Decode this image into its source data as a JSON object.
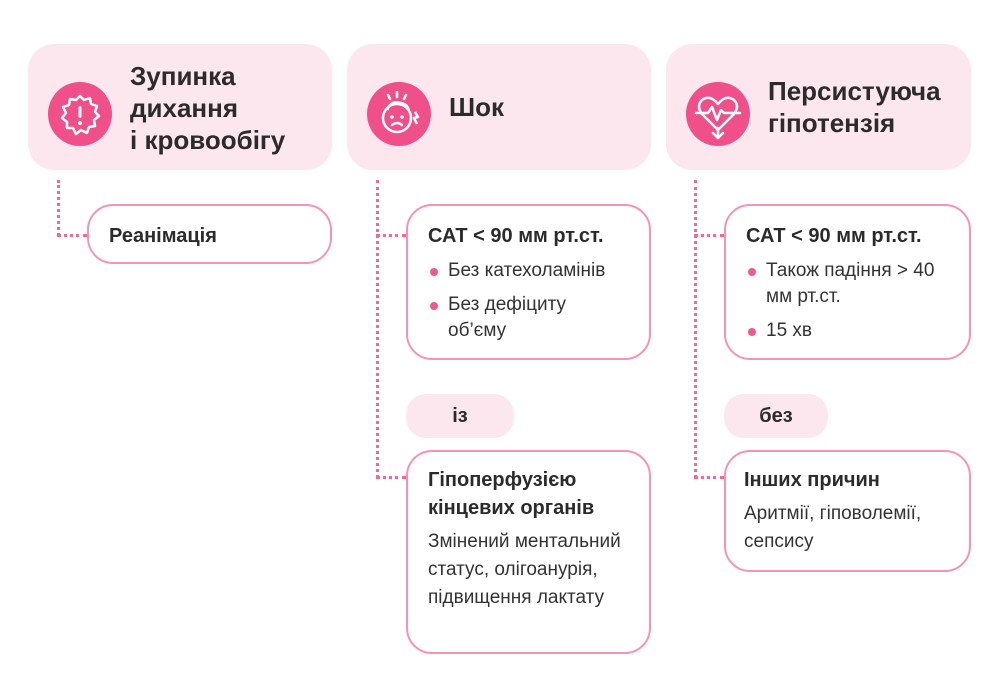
{
  "columns": [
    {
      "title_lines": [
        "Зупинка",
        "дихання",
        "і кровообігу"
      ],
      "icon": "alert-badge-icon",
      "cards": [
        {
          "title": "Реанімація",
          "bullets": [],
          "desc": []
        }
      ]
    },
    {
      "title_lines": [
        "Шок"
      ],
      "icon": "stressed-face-icon",
      "cards": [
        {
          "title": "САТ < 90 мм рт.ст.",
          "bullets": [
            "Без катехоламінів",
            "Без дефіциту об’єму"
          ],
          "desc": []
        },
        {
          "title": "Гіпоперфузією кінцевих органів",
          "bullets": [],
          "desc": [
            "Змінений ментальний статус, олігоанурія, підвищення лактату"
          ]
        }
      ],
      "connector_word": "із"
    },
    {
      "title_lines": [
        "Персистуюча",
        "гіпотензія"
      ],
      "icon": "heart-pulse-icon",
      "cards": [
        {
          "title": "САТ < 90 мм рт.ст.",
          "bullets": [
            "Також падіння > 40 мм рт.ст.",
            "15 хв"
          ],
          "desc": []
        },
        {
          "title": "Інших причин",
          "bullets": [],
          "desc": [
            "Аритмії, гіповолемії, сепсису"
          ]
        }
      ],
      "connector_word": "без"
    }
  ],
  "colors": {
    "accent": "#f0508a",
    "header_bg": "#fde7ee",
    "border": "#f493b5"
  }
}
